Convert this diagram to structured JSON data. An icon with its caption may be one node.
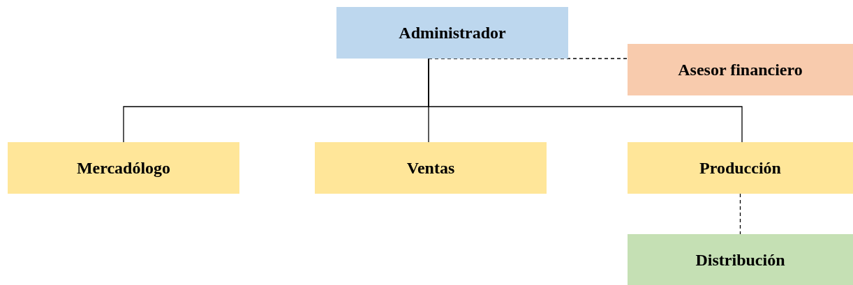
{
  "diagram": {
    "nodes": [
      {
        "text": [
          "Administrador"
        ]
      },
      {
        "text": [
          "Asesor financiero"
        ]
      },
      {
        "text": [
          "Mercadólogo"
        ]
      },
      {
        "text": [
          "Ventas"
        ]
      },
      {
        "text": [
          "Producción"
        ]
      },
      {
        "text": [
          "Distribución"
        ]
      }
    ],
    "edges": [
      {
        "from": 0,
        "to": 1,
        "arrow": "none",
        "style": "dashed"
      },
      {
        "from": 0,
        "to": 2,
        "arrow": "none"
      },
      {
        "from": 0,
        "to": 3,
        "arrow": "none"
      },
      {
        "from": 0,
        "to": 4,
        "arrow": "none"
      },
      {
        "from": 4,
        "to": 5,
        "arrow": "none",
        "style": "dashed"
      }
    ]
  }
}
